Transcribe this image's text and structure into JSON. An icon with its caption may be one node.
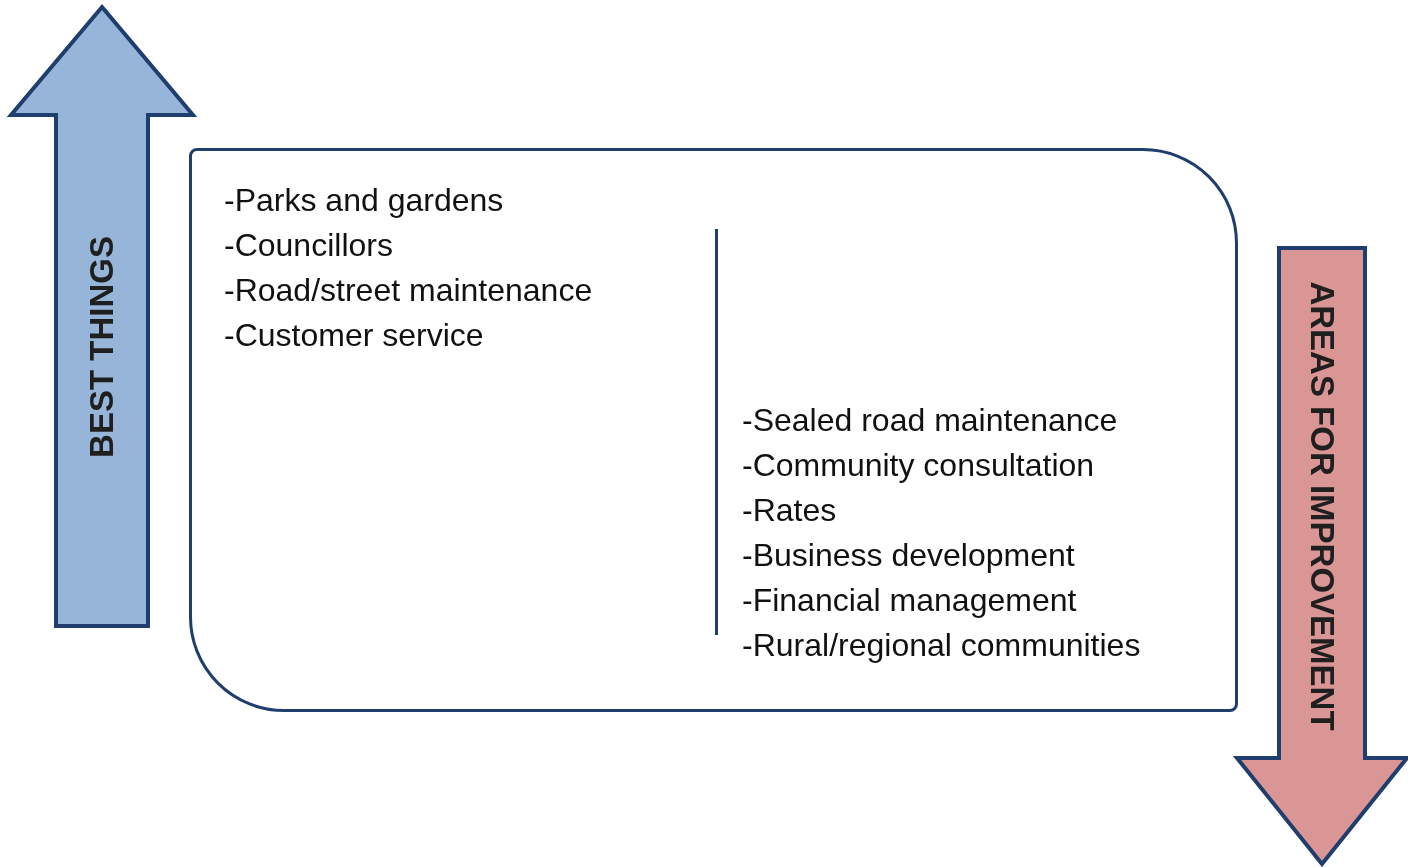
{
  "diagram": {
    "nodes": [
      {
        "text": [
          "BEST THINGS"
        ]
      },
      {
        "text": [
          "-Parks and gardens",
          "-Councillors",
          "-Road/street maintenance",
          "-Customer service",
          "-Sealed road maintenance",
          "-Community consultation",
          "-Rates",
          "-Business development",
          "-Financial management",
          "-Rural/regional communities"
        ]
      },
      {
        "text": [
          "AREAS FOR IMPROVEMENT"
        ]
      }
    ]
  }
}
